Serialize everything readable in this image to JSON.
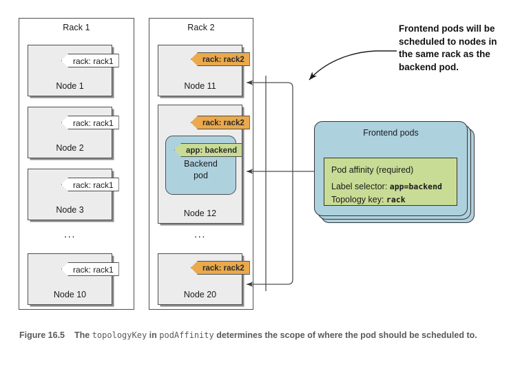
{
  "figure": {
    "caption_prefix": "Figure 16.5",
    "caption_part1": "The ",
    "caption_code1": "topologyKey",
    "caption_part2": " in ",
    "caption_code2": "podAffinity",
    "caption_part3": " determines the scope of where the pod should be scheduled to."
  },
  "colors": {
    "node_fill": "#ececec",
    "tag_white": "#ffffff",
    "tag_orange": "#eaa94c",
    "tag_green": "#c9dc96",
    "pod_blue": "#aed1de",
    "stroke": "#4d4d4d",
    "caption_gray": "#58595b"
  },
  "racks": [
    {
      "title": "Rack 1",
      "nodes": [
        {
          "label": "Node 1",
          "tag": "rack: rack1",
          "tag_style": "white"
        },
        {
          "label": "Node 2",
          "tag": "rack: rack1",
          "tag_style": "white"
        },
        {
          "label": "Node 3",
          "tag": "rack: rack1",
          "tag_style": "white"
        },
        {
          "label": "Node 10",
          "tag": "rack: rack1",
          "tag_style": "white"
        }
      ],
      "ellipsis": "..."
    },
    {
      "title": "Rack 2",
      "nodes": [
        {
          "label": "Node 11",
          "tag": "rack: rack2",
          "tag_style": "orange"
        },
        {
          "label": "Node 12",
          "tag": "rack: rack2",
          "tag_style": "orange"
        },
        {
          "label": "Node 20",
          "tag": "rack: rack2",
          "tag_style": "orange"
        }
      ],
      "ellipsis": "..."
    }
  ],
  "backend_pod": {
    "tag": "app: backend",
    "label_line1": "Backend",
    "label_line2": "pod"
  },
  "frontend_pods": {
    "title": "Frontend pods",
    "affinity_heading": "Pod affinity (required)",
    "label_selector_prefix": "Label selector: ",
    "label_selector_value": "app=backend",
    "topology_key_prefix": "Topology key: ",
    "topology_key_value": "rack"
  },
  "annotation": {
    "text": "Frontend pods will be\nscheduled to nodes in\nthe same rack as the\nbackend pod."
  }
}
